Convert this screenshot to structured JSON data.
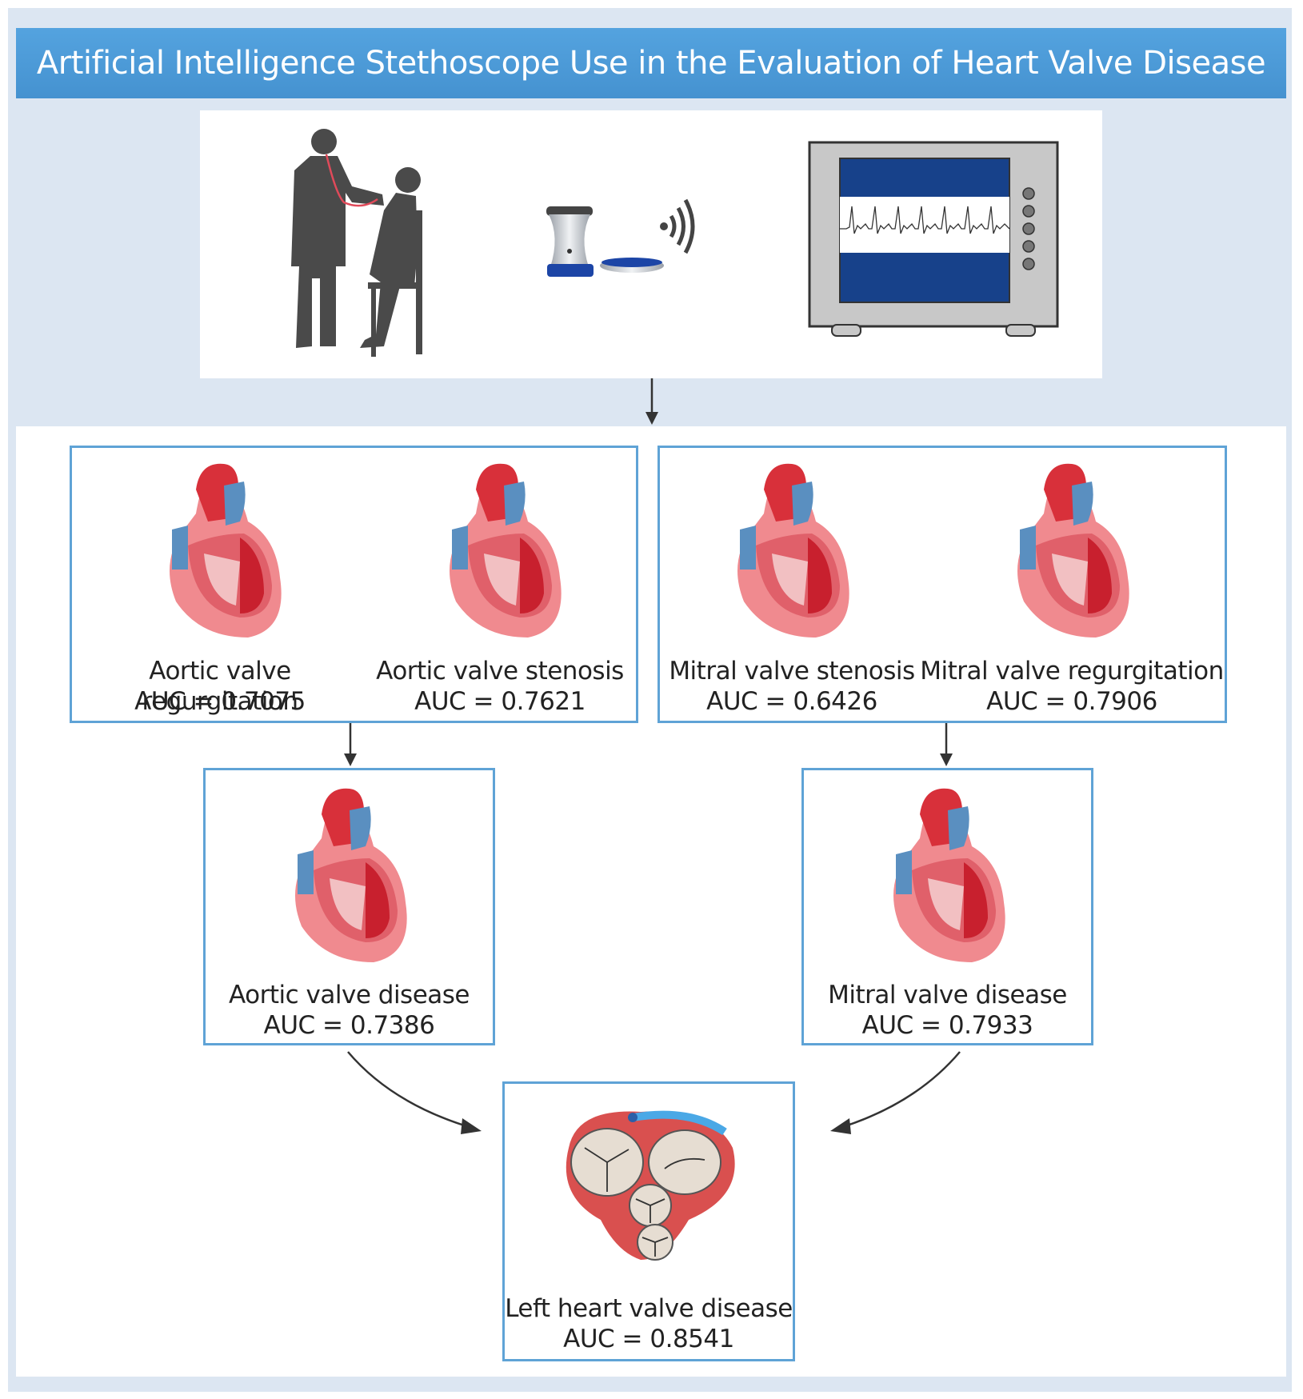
{
  "title": "Artificial Intelligence Stethoscope Use in the Evaluation of Heart Valve Disease",
  "top_panel": {
    "icons": [
      "doctor-patient-silhouette",
      "digital-stethoscope",
      "wireless-signal",
      "monitor-with-ecg"
    ]
  },
  "groups": {
    "aortic_conditions": [
      {
        "name": "Aortic valve regurgitation",
        "auc": "AUC = 0.7075"
      },
      {
        "name": "Aortic valve stenosis",
        "auc": "AUC = 0.7621"
      }
    ],
    "mitral_conditions": [
      {
        "name": "Mitral valve stenosis",
        "auc": "AUC = 0.6426"
      },
      {
        "name": "Mitral valve regurgitation",
        "auc": "AUC = 0.7906"
      }
    ]
  },
  "combined": {
    "aortic": {
      "name": "Aortic valve disease",
      "auc": "AUC = 0.7386"
    },
    "mitral": {
      "name": "Mitral valve disease",
      "auc": "AUC = 0.7933"
    }
  },
  "overall": {
    "name": "Left heart valve disease",
    "auc": "AUC = 0.8541"
  },
  "colors": {
    "header": "#4a9bd9",
    "box_border": "#5fa3d6",
    "background": "#dce6f2",
    "screen_blue": "#17418a",
    "silhouette": "#4a4a4a"
  }
}
